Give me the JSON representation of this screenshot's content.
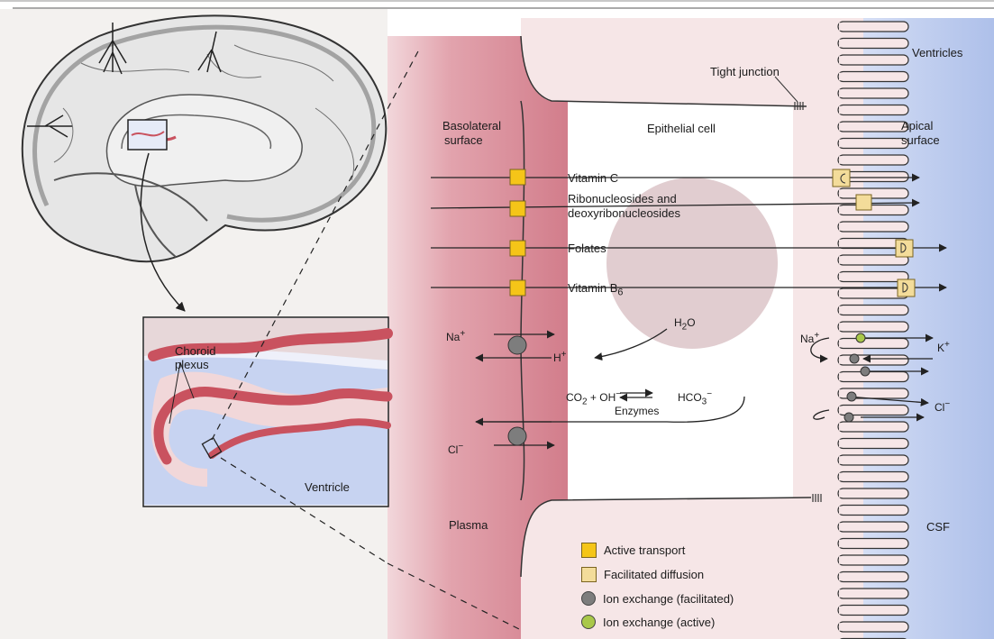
{
  "figure": {
    "inset_labels": {
      "choroid_plexus": [
        "Choroid",
        "plexus"
      ],
      "ventricle": "Ventricle"
    },
    "region_labels": {
      "ventricles": "Ventricles",
      "tight_junction": "Tight junction",
      "basolateral": [
        "Basolateral",
        "surface"
      ],
      "epithelial_cell": "Epithelial cell",
      "apical": [
        "Apical",
        "surface"
      ],
      "plasma": "Plasma",
      "csf": "CSF"
    },
    "transport_labels": {
      "vitamin_c": "Vitamin C",
      "ribo": [
        "Ribonucleosides and",
        "deoxyribonucleosides"
      ],
      "folates": "Folates",
      "vitamin_b6": "Vitamin B6"
    },
    "ion_labels": {
      "na_left": "Na+",
      "h_plus": "H+",
      "h2o": "H2O",
      "co2_oh": "CO2 + OH−",
      "hco3": "HCO3−",
      "enzymes": "Enzymes",
      "cl_left": "Cl−",
      "na_right": "Na+",
      "k_plus": "K+",
      "cl_right": "Cl−"
    },
    "legend": [
      {
        "label": "Active transport",
        "kind": "square",
        "color": "#f5c518"
      },
      {
        "label": "Facilitated diffusion",
        "kind": "square",
        "color": "#f3dc9a"
      },
      {
        "label": "Ion exchange (facilitated)",
        "kind": "dot",
        "color": "#7d7d7d"
      },
      {
        "label": "Ion exchange (active)",
        "kind": "dot",
        "color": "#a9c84a"
      }
    ],
    "colors": {
      "plasma": "#d98a97",
      "cell": "#f4e1e2",
      "csf": "#b9c9ec",
      "active": "#f5c518",
      "facilitated": "#f3dc9a",
      "ion_facilitated": "#7d7d7d",
      "ion_active": "#a9c84a",
      "choroid": "#c9525f"
    }
  }
}
